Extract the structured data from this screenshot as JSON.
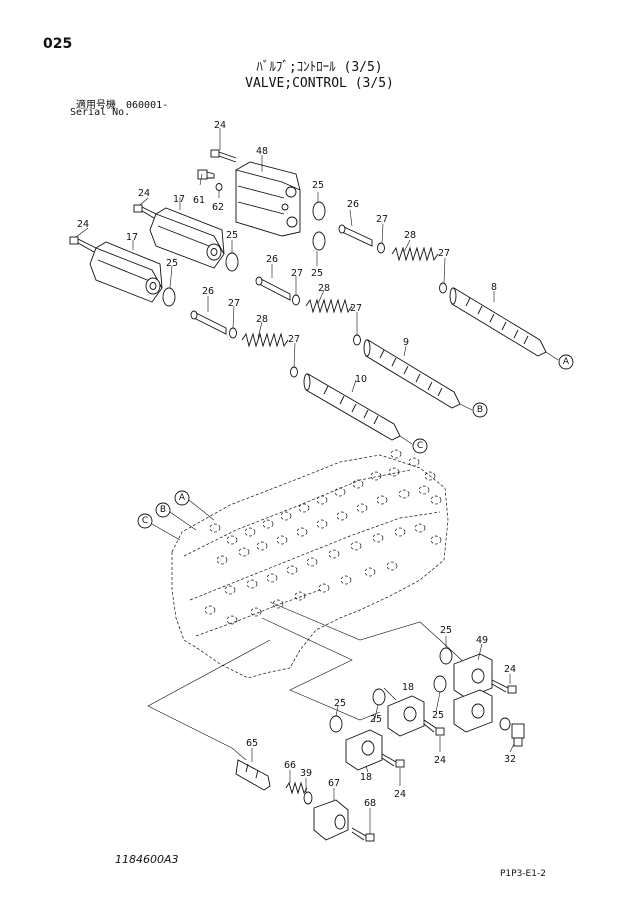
{
  "header": {
    "page_no": "025",
    "title_jp": "ﾊﾞﾙﾌﾞ;ｺﾝﾄﾛｰﾙ (3/5)",
    "title_en": "VALVE;CONTROL (3/5)",
    "serial_jp": "適用号機　060001-",
    "serial_en": "Serial No."
  },
  "footer": {
    "drawing_no": "1184600A3",
    "page_code": "P1P3-E1-2"
  },
  "refs": {
    "a": "A",
    "b": "B",
    "c": "C"
  },
  "labels": {
    "p24": "24",
    "p48": "48",
    "p61": "61",
    "p62": "62",
    "p17": "17",
    "p25": "25",
    "p26": "26",
    "p27": "27",
    "p28": "28",
    "p8": "8",
    "p9": "9",
    "p10": "10",
    "p49": "49",
    "p18": "18",
    "p32": "32",
    "p65": "65",
    "p66": "66",
    "p39": "39",
    "p67": "67",
    "p68": "68"
  }
}
